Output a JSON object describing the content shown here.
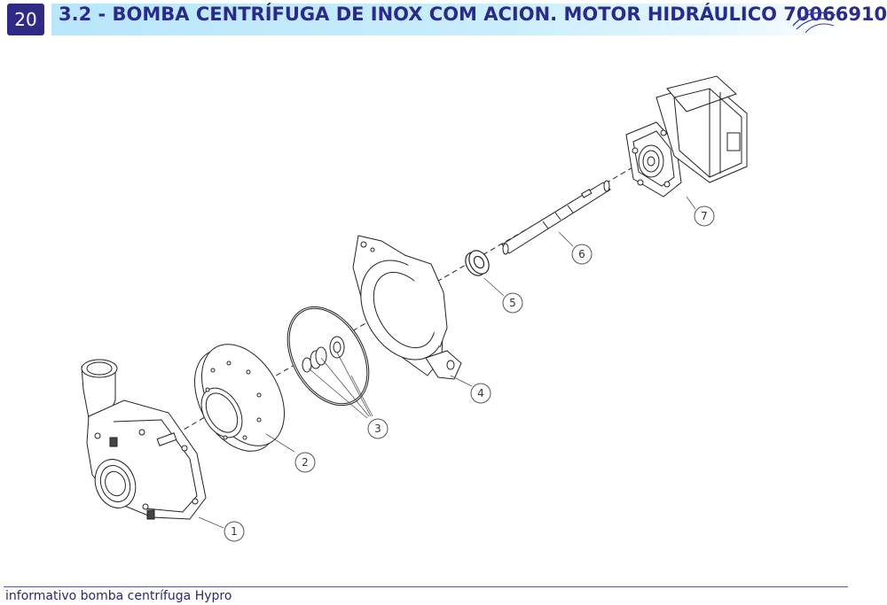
{
  "header": {
    "page_number": "20",
    "title": "3.2 - BOMBA CENTRÍFUGA DE INOX COM ACION. MOTOR HIDRÁULICO 70066910"
  },
  "drawing": {
    "callouts": [
      "1",
      "2",
      "3",
      "4",
      "5",
      "6",
      "7"
    ]
  },
  "footer": {
    "text": "informativo bomba centrífuga Hypro"
  }
}
